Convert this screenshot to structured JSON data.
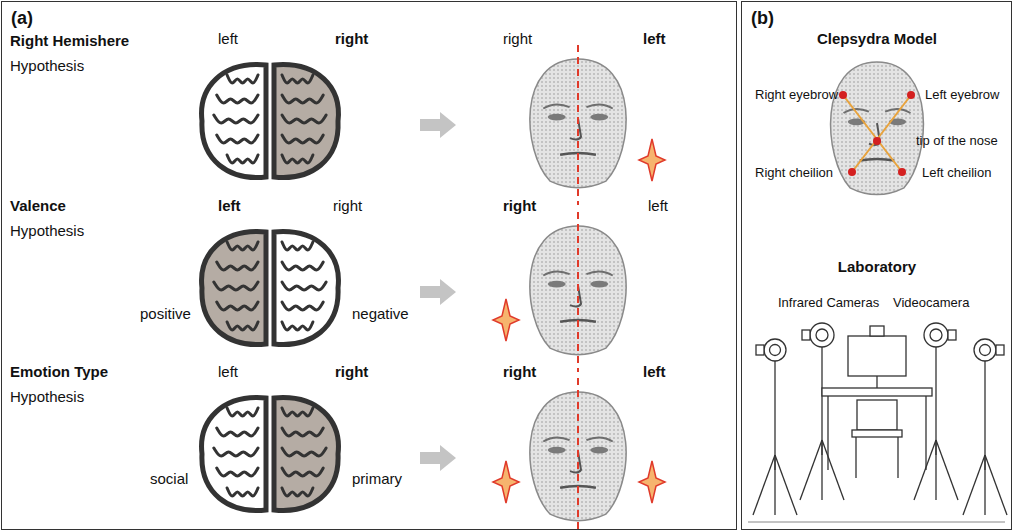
{
  "diagram": {
    "nodes": [
      {
        "text": [
          "(a)"
        ]
      },
      {
        "text": [
          "(b)"
        ]
      }
    ],
    "labels": [
      "Right Hemishere",
      "Hypothesis",
      "left",
      "right",
      "right",
      "left",
      "Valence",
      "Hypothesis",
      "left",
      "right",
      "positive",
      "negative",
      "right",
      "left",
      "Emotion Type",
      "Hypothesis",
      "left",
      "right",
      "social",
      "primary",
      "right",
      "left",
      "Clepsydra Model",
      "Right eyebrow",
      "Left eyebrow",
      "tip of the nose",
      "Right cheilion",
      "Left cheilion",
      "Laboratory",
      "Infrared Cameras",
      "Videocamera"
    ]
  }
}
